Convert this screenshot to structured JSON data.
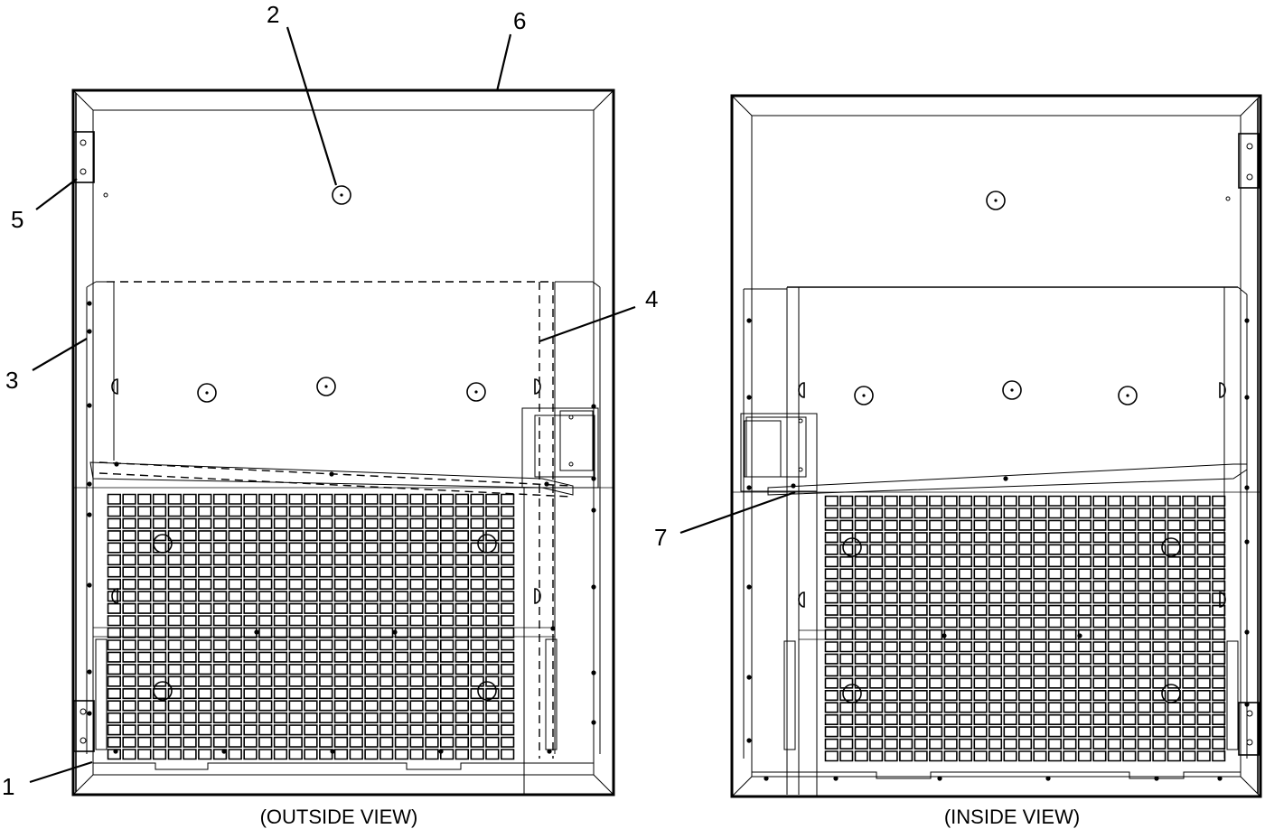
{
  "views": [
    {
      "id": "outside",
      "caption": "(OUTSIDE VIEW)"
    },
    {
      "id": "inside",
      "caption": "(INSIDE VIEW)"
    }
  ],
  "callouts": [
    "1",
    "2",
    "3",
    "4",
    "5",
    "6",
    "7"
  ]
}
